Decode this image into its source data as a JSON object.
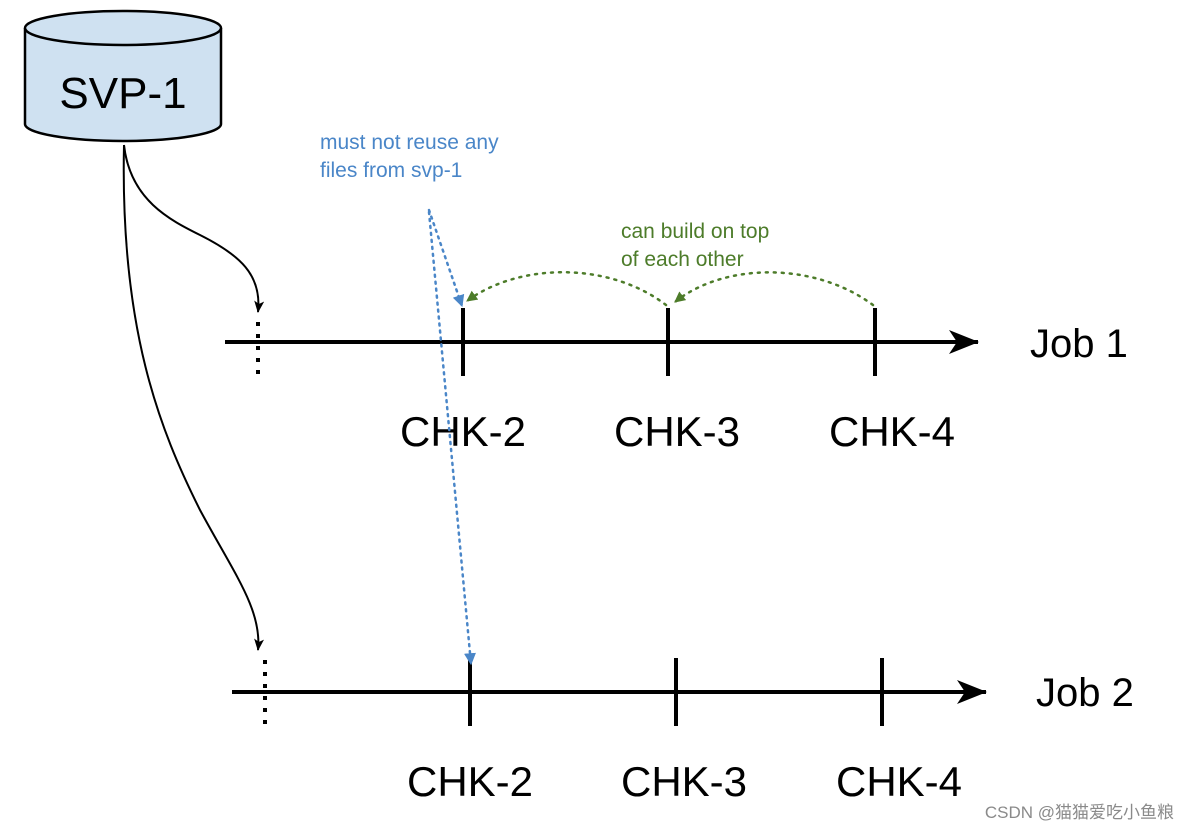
{
  "storage": {
    "label": "SVP-1"
  },
  "notes": {
    "reuse_note": {
      "lines": [
        "must not reuse any",
        "files from svp-1"
      ],
      "color": "#4a86c8"
    },
    "build_note": {
      "lines": [
        "can build on top",
        "of each other"
      ],
      "color": "#4d7c2a"
    }
  },
  "jobs": [
    {
      "label": "Job 1",
      "checkpoints": [
        "CHK-2",
        "CHK-3",
        "CHK-4"
      ]
    },
    {
      "label": "Job 2",
      "checkpoints": [
        "CHK-2",
        "CHK-3",
        "CHK-4"
      ]
    }
  ],
  "watermark": "CSDN @猫猫爱吃小鱼粮"
}
